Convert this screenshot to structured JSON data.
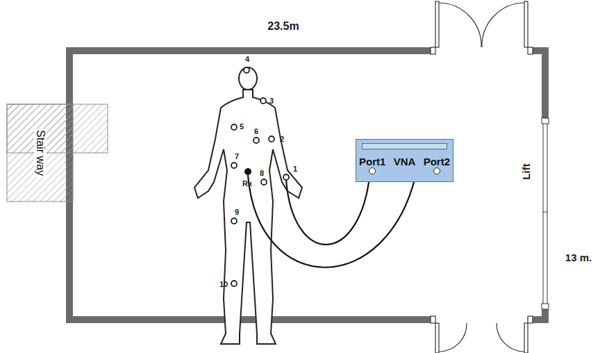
{
  "diagram": {
    "nodes": [
      {
        "text": [
          "Stair way"
        ]
      },
      {
        "text": [
          "Port1",
          "VNA",
          "Port2"
        ]
      }
    ],
    "labels": [
      "23.5m",
      "13 m.",
      "Lift",
      "4",
      "3",
      "5",
      "6",
      "2",
      "7",
      "Rx",
      "8",
      "1",
      "9",
      "10"
    ]
  }
}
